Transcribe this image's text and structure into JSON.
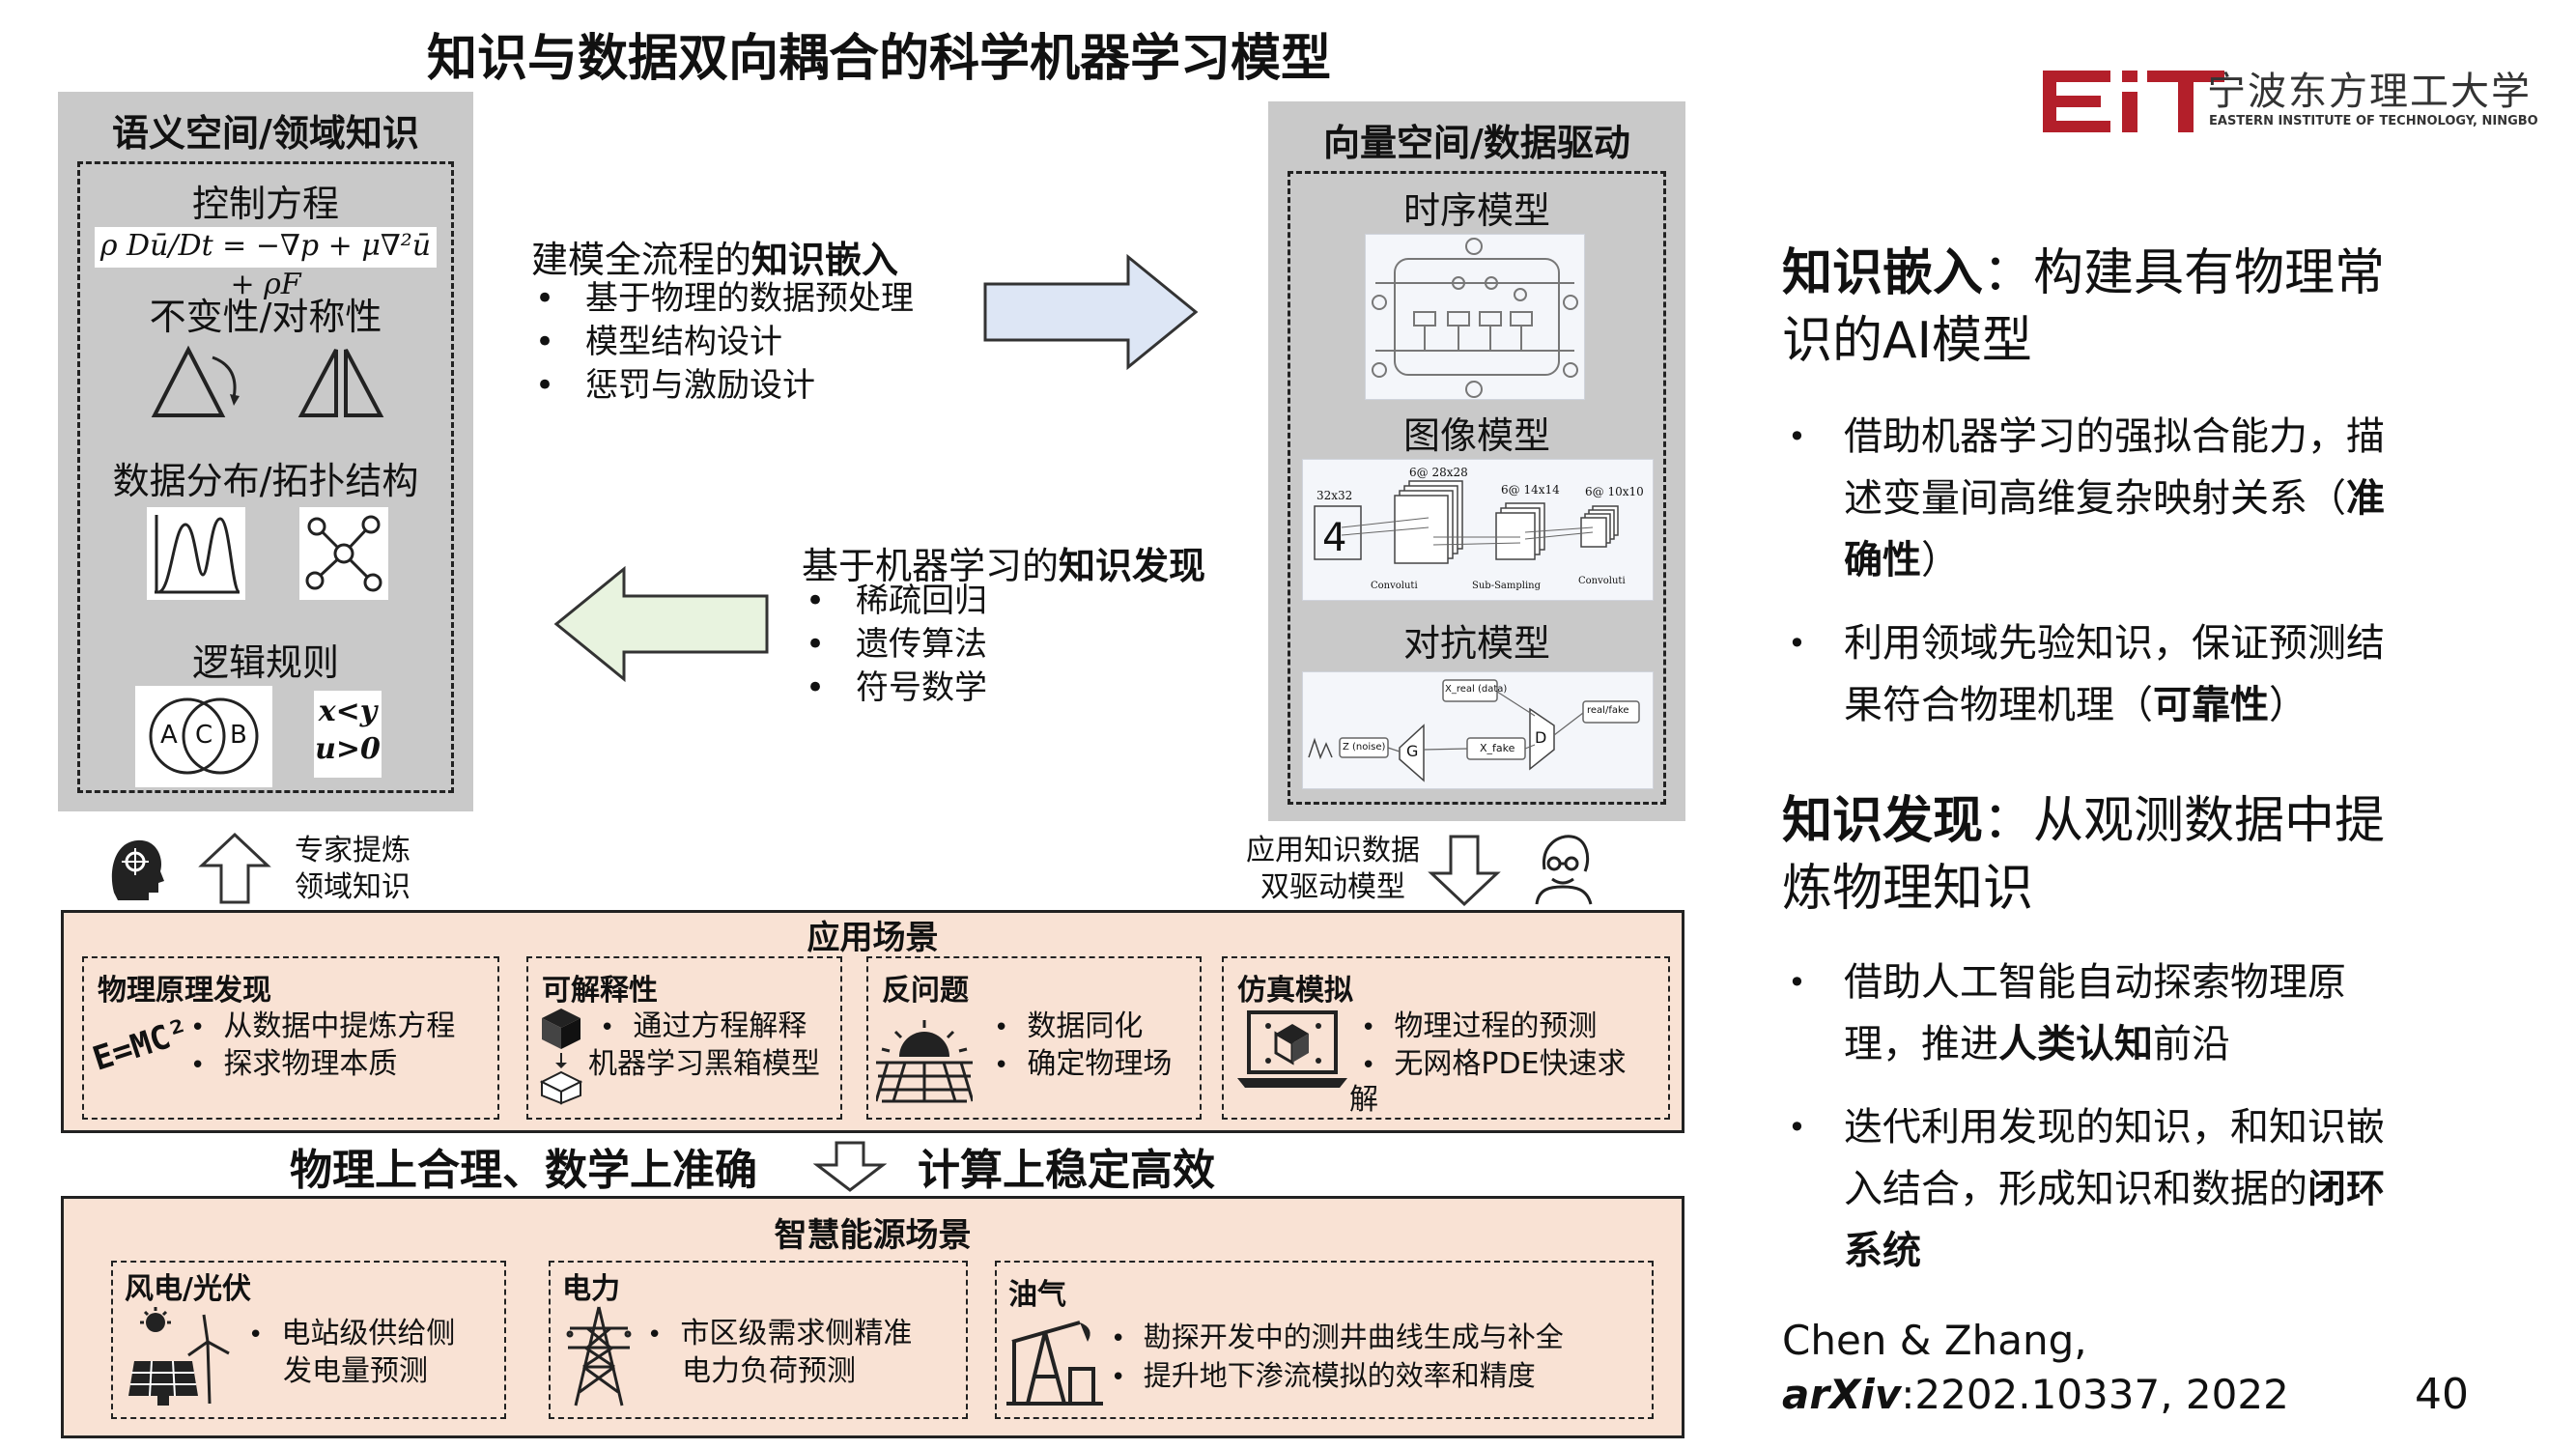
{
  "title": "知识与数据双向耦合的科学机器学习模型",
  "logo": {
    "mark": "EiT",
    "cn": "宁波东方理工大学",
    "en": "EASTERN INSTITUTE OF TECHNOLOGY, NINGBO",
    "color": "#b31f2a"
  },
  "semantic_panel": {
    "title": "语义空间/领域知识",
    "control_label": "控制方程",
    "equation": "ρ Dū/Dt = −∇p + μ∇²ū + ρF",
    "invariance_label": "不变性/对称性",
    "distribution_label": "数据分布/拓扑结构",
    "logic_label": "逻辑规则",
    "venn_labels": [
      "A",
      "C",
      "B"
    ],
    "logic_lines": [
      "x<y",
      "u>0"
    ]
  },
  "embed": {
    "heading_plain": "建模全流程的",
    "heading_bold": "知识嵌入",
    "items": [
      "基于物理的数据预处理",
      "模型结构设计",
      "惩罚与激励设计"
    ]
  },
  "discover": {
    "heading_plain": "基于机器学习的",
    "heading_bold": "知识发现",
    "items": [
      "稀疏回归",
      "遗传算法",
      "符号数学"
    ]
  },
  "vector_panel": {
    "title": "向量空间/数据驱动",
    "time_label": "时序模型",
    "image_label": "图像模型",
    "adv_label": "对抗模型",
    "cnn_labels": {
      "input": "32x32",
      "c1": "6@ 28x28",
      "s1": "6@ 14x14",
      "c2": "6@ 10x10",
      "digit": "4",
      "conv": "Convoluti",
      "sub": "Sub-Sampling",
      "conv2": "Convoluti"
    },
    "gan_labels": {
      "real": "X_real (data)",
      "noise": "Z (noise)",
      "gen": "G",
      "fake": "X_fake",
      "disc": "D",
      "out": "real/fake"
    }
  },
  "expert": {
    "line1": "专家提炼",
    "line2": "领域知识"
  },
  "dual": {
    "line1": "应用知识数据",
    "line2": "双驱动模型"
  },
  "scenes": {
    "title": "应用场景",
    "cards": [
      {
        "title": "物理原理发现",
        "items": [
          "从数据中提炼方程",
          "探求物理本质"
        ],
        "icon": "emc2-icon",
        "icon_text": "E=MC²"
      },
      {
        "title": "可解释性",
        "items": [
          "通过方程解释",
          "机器学习黑箱模型"
        ],
        "icon": "blackbox-icon"
      },
      {
        "title": "反问题",
        "items": [
          "数据同化",
          "确定物理场"
        ],
        "icon": "sunrise-field-icon"
      },
      {
        "title": "仿真模拟",
        "items": [
          "物理过程的预测",
          "无网格PDE快速求"
        ],
        "tail": "解",
        "icon": "laptop-cube-icon"
      }
    ]
  },
  "mid_line": {
    "left": "物理上合理、数学上准确",
    "right": "计算上稳定高效"
  },
  "energy": {
    "title": "智慧能源场景",
    "cards": [
      {
        "title": "风电/光伏",
        "items": [
          "电站级供给侧",
          "发电量预测"
        ],
        "icon": "wind-solar-icon"
      },
      {
        "title": "电力",
        "items": [
          "市区级需求侧精准",
          "电力负荷预测"
        ],
        "icon": "power-tower-icon"
      },
      {
        "title": "油气",
        "items": [
          "勘探开发中的测井曲线生成与补全",
          "提升地下渗流模拟的效率和精度"
        ],
        "icon": "oil-pump-icon"
      }
    ]
  },
  "right": {
    "h1_bold": "知识嵌入",
    "h1_rest_a": "：构建具有物理常",
    "h1_rest_b": "识的AI模型",
    "b1_pre": "借助机器学习的强拟合能力，描述变量间高维复杂映射关系（",
    "b1_bold": "准确性",
    "b1_post": "）",
    "b2_pre": "利用领域先验知识，保证预测结果符合物理机理（",
    "b2_bold": "可靠性",
    "b2_post": "）",
    "h2_bold": "知识发现",
    "h2_rest_a": "：从观测数据中提",
    "h2_rest_b": "炼物理知识",
    "b3_pre": "借助人工智能自动探索物理原理，推进",
    "b3_bold": "人类认知",
    "b3_post": "前沿",
    "b4_pre": "迭代利用发现的知识，和知识嵌入结合，形成知识和数据的",
    "b4_bold": "闭环系统"
  },
  "citation": {
    "line1": "Chen & Zhang,",
    "journal": "arXiv",
    "line2": ":2202.10337, 2022"
  },
  "page_number": "40",
  "colors": {
    "scene_fill": "#f9e2d4",
    "panel_gray": "#c9c9c9",
    "arrow_blue": "#dde6f5",
    "arrow_green": "#e8f3df"
  }
}
